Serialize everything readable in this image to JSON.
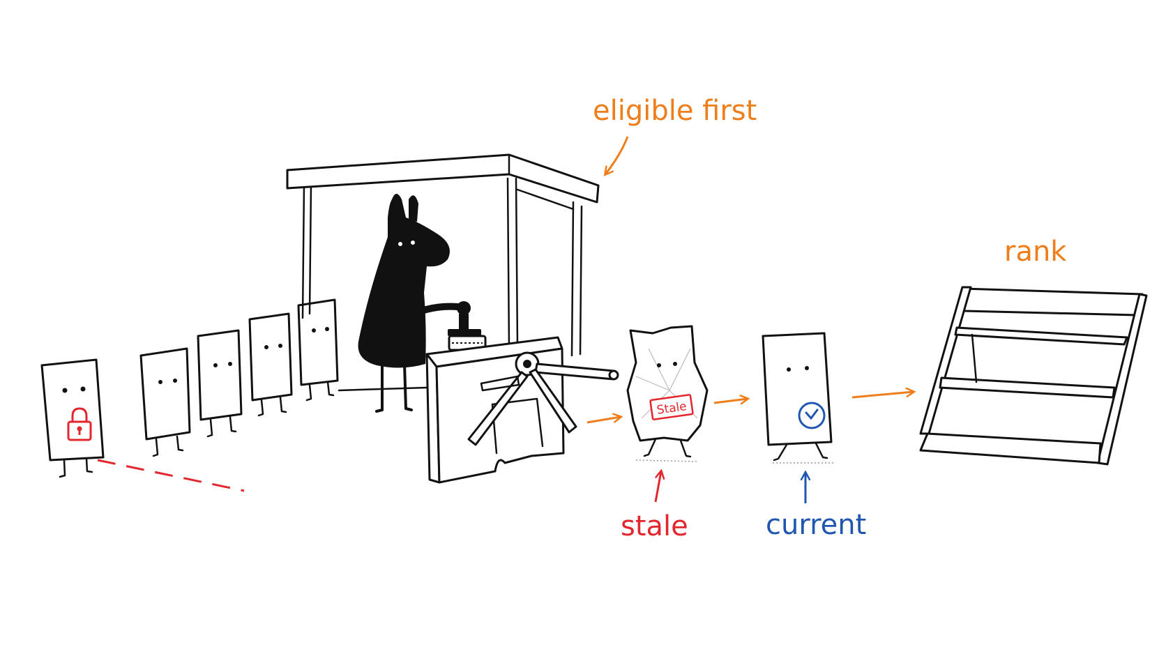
{
  "labels": {
    "eligible_first": "eligible first",
    "rank": "rank",
    "stale": "stale",
    "current": "current",
    "stale_stamp": "Stale"
  },
  "colors": {
    "orange": "#ef7d1a",
    "red": "#e3262d",
    "blue": "#1f57b0",
    "ink": "#111111"
  },
  "icons": [
    "padlock-icon",
    "clock-icon",
    "stamp-icon"
  ]
}
